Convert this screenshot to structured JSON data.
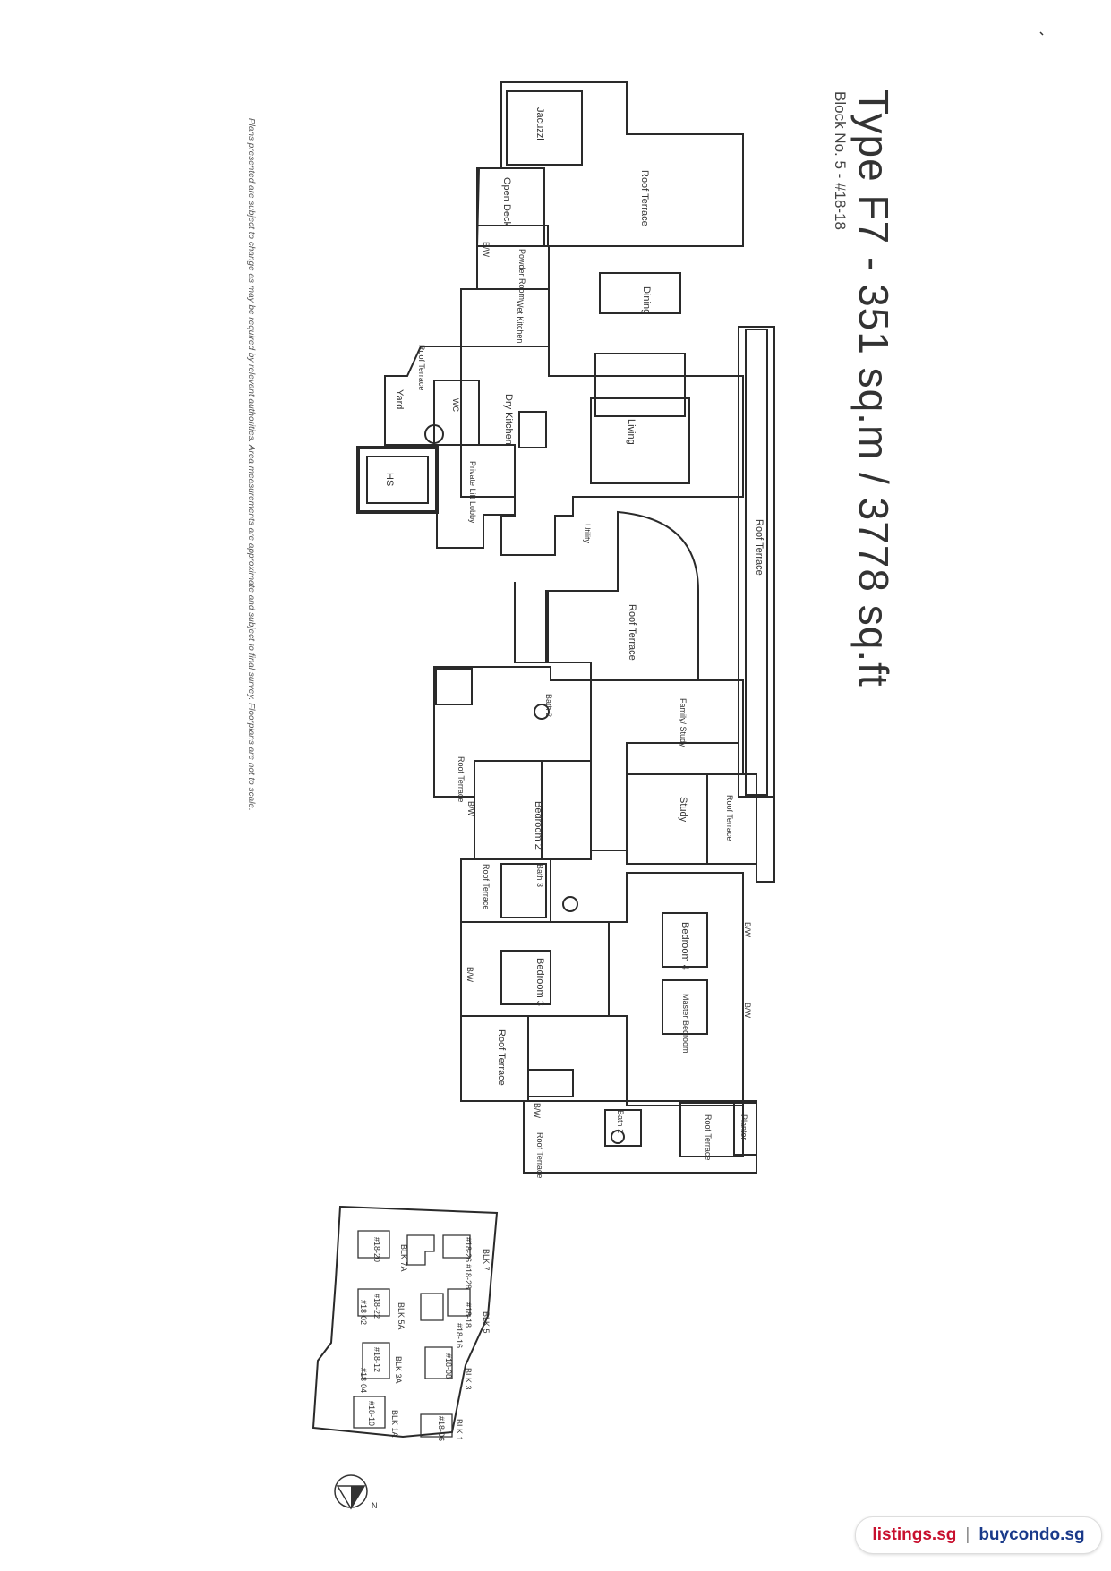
{
  "header": {
    "title": "Type F7 - 351 sq.m / 3778 sq.ft",
    "block": "Block No. 5  -  #18-18"
  },
  "disclaimer": "Plans presented are subject to change as may be required by relevant authorities. Area measurements are approximate and subject to final survey. Floorplans are not to scale.",
  "rooms": {
    "jacuzzi": "Jacuzzi",
    "open_deck": "Open Deck",
    "roof_terrace": "Roof Terrace",
    "bw": "B/W",
    "powder_room": "Powder Room",
    "dining": "Dining",
    "wet_kitchen": "Wet Kitchen",
    "dry_kitchen": "Dry Kitchen",
    "living": "Living",
    "wc": "WC",
    "yard": "Yard",
    "hs": "HS",
    "private_lift_lobby": "Private Lift Lobby",
    "utility": "Utility",
    "family_study": "Family/ Study",
    "bath2": "Bath 2",
    "study": "Study",
    "bedroom2": "Bedroom 2",
    "bath3": "Bath 3",
    "bedroom4": "Bedroom 4",
    "bedroom3": "Bedroom 3",
    "master_bedroom": "Master Bedroom",
    "bath1": "Bath 1",
    "planter": "Planter"
  },
  "site_plan": {
    "blocks": [
      "BLK 7",
      "BLK 5",
      "BLK 3",
      "BLK 1",
      "BLK 7A",
      "BLK 5A",
      "BLK 3A",
      "BLK 1A"
    ],
    "units": [
      "#18-26",
      "#18-28",
      "#18-18",
      "#18-16",
      "#18-08",
      "#18-06",
      "#18-20",
      "#18-22",
      "#18-12",
      "#18-10",
      "#18-02",
      "#18-04"
    ],
    "north": "N"
  },
  "footer": {
    "site1": "listings.sg",
    "separator": "|",
    "site2": "buycondo.sg"
  }
}
